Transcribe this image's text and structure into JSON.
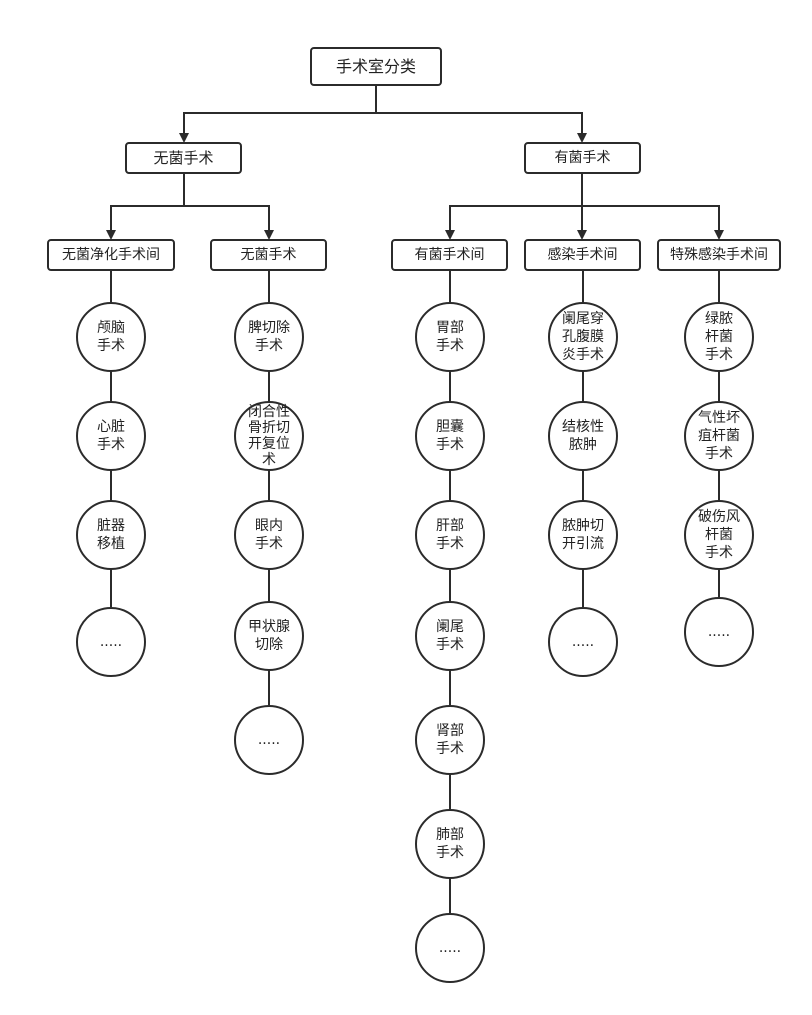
{
  "root": "手术室分类",
  "level1": {
    "sterile": "无菌手术",
    "contaminated": "有菌手术"
  },
  "rooms": {
    "sterile_clean_room": "无菌净化手术间",
    "sterile_room": "无菌手术",
    "contaminated_room": "有菌手术间",
    "infection_room": "感染手术间",
    "special_infection_room": "特殊感染手术间"
  },
  "columns": {
    "sterile_clean_room": [
      "颅脑\n手术",
      "心脏\n手术",
      "脏器\n移植",
      "....."
    ],
    "sterile_room": [
      "脾切除\n手术",
      "闭合性\n骨折切\n开复位\n术",
      "眼内\n手术",
      "甲状腺\n切除",
      "....."
    ],
    "contaminated_room": [
      "胃部\n手术",
      "胆囊\n手术",
      "肝部\n手术",
      "阑尾\n手术",
      "肾部\n手术",
      "肺部\n手术",
      "....."
    ],
    "infection_room": [
      "阑尾穿\n孔腹膜\n炎手术",
      "结核性\n脓肿",
      "脓肿切\n开引流",
      "....."
    ],
    "special_infection_room": [
      "绿脓\n杆菌\n手术",
      "气性坏\n疽杆菌\n手术",
      "破伤风\n杆菌\n手术",
      "....."
    ]
  }
}
